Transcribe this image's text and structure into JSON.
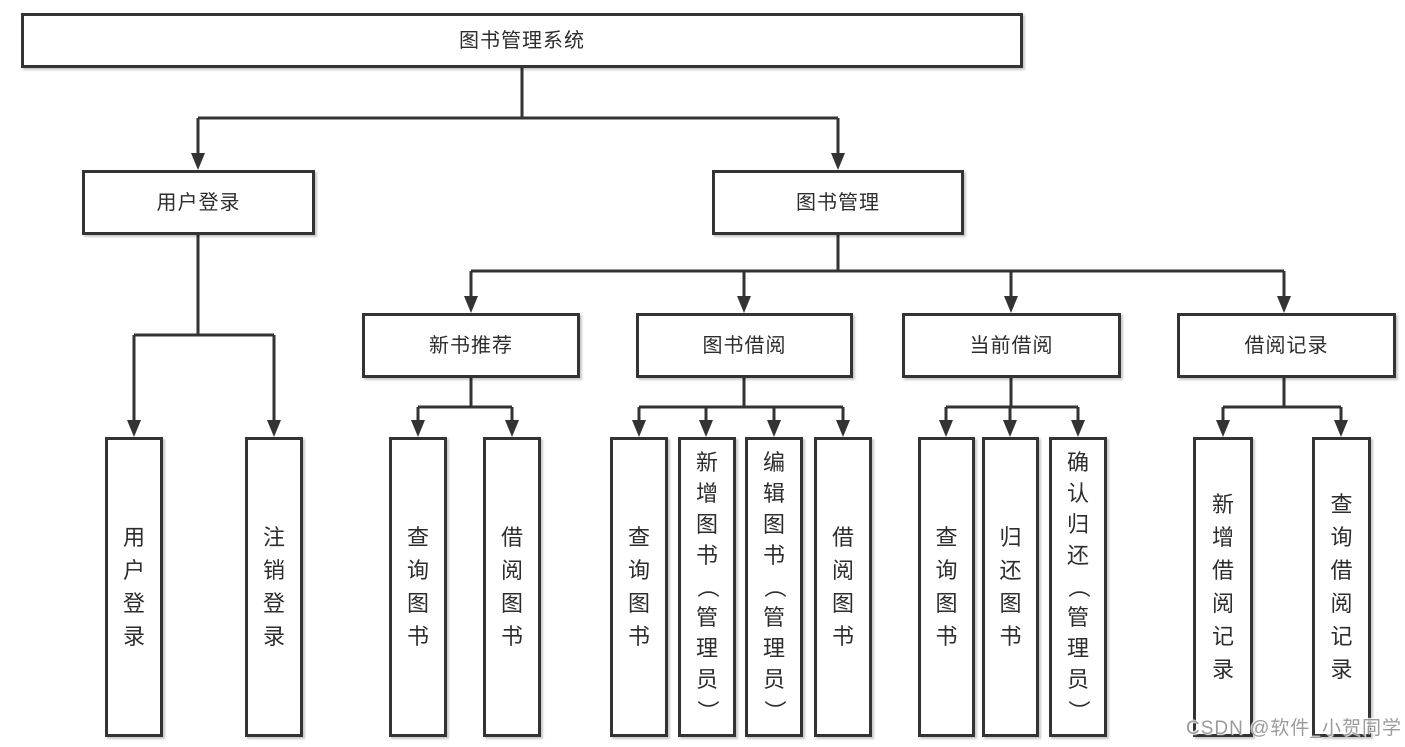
{
  "diagram_title": "图书管理系统",
  "tree": {
    "root": {
      "label": "图书管理系统"
    },
    "branches": [
      {
        "label": "用户登录",
        "children": [
          {
            "label": "用户登录"
          },
          {
            "label": "注销登录"
          }
        ]
      },
      {
        "label": "图书管理",
        "children": [
          {
            "label": "新书推荐",
            "children": [
              {
                "label": "查询图书"
              },
              {
                "label": "借阅图书"
              }
            ]
          },
          {
            "label": "图书借阅",
            "children": [
              {
                "label": "查询图书"
              },
              {
                "label": "新增图书（管理员）"
              },
              {
                "label": "编辑图书（管理员）"
              },
              {
                "label": "借阅图书"
              }
            ]
          },
          {
            "label": "当前借阅",
            "children": [
              {
                "label": "查询图书"
              },
              {
                "label": "归还图书"
              },
              {
                "label": "确认归还（管理员）"
              }
            ]
          },
          {
            "label": "借阅记录",
            "children": [
              {
                "label": "新增借阅记录"
              },
              {
                "label": "查询借阅记录"
              }
            ]
          }
        ]
      }
    ]
  },
  "watermark": "CSDN @软件_小贺同学",
  "colors": {
    "line": "#333333",
    "box_border": "#333333",
    "box_fill": "#ffffff",
    "text": "#2d2d2d",
    "watermark": "#9b9b9b",
    "background": "#ffffff"
  }
}
